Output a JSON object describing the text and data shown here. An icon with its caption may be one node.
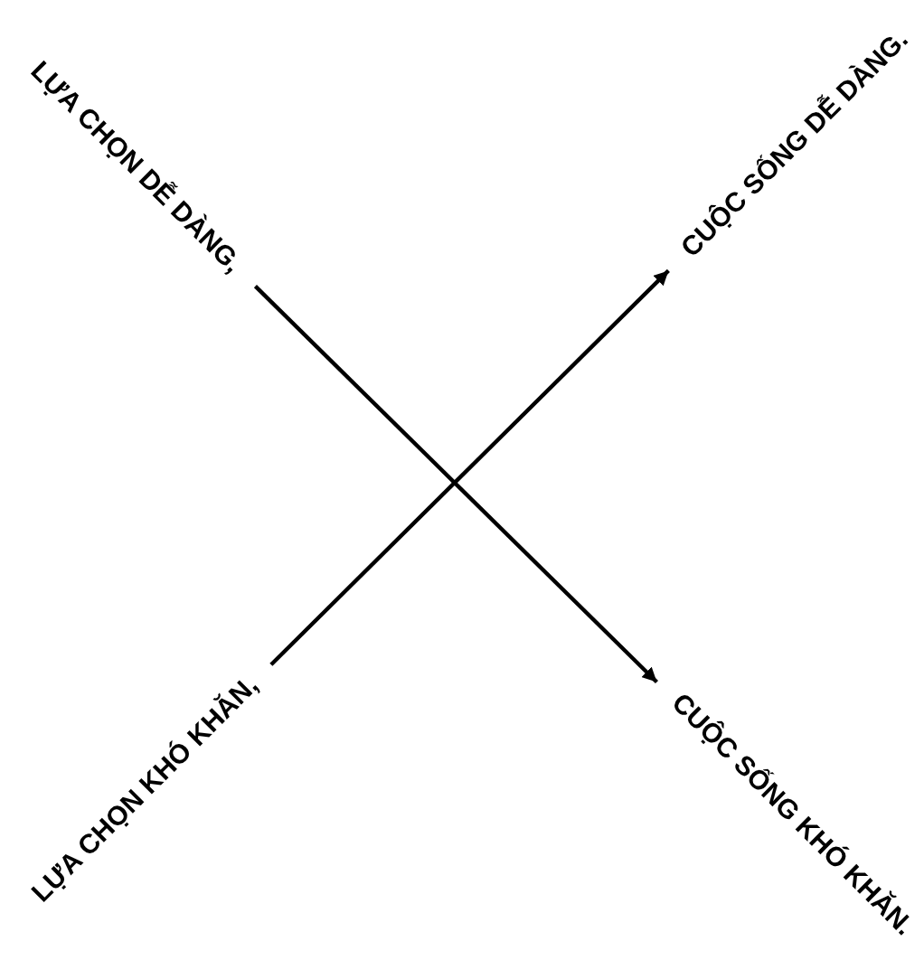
{
  "diagram": {
    "nodes": [
      {
        "text": [
          "LỰA CHỌN DỄ DÀNG,"
        ]
      },
      {
        "text": [
          "CUỘC SỐNG DỄ DÀNG."
        ]
      },
      {
        "text": [
          "LỰA CHỌN KHÓ KHĂN,"
        ]
      },
      {
        "text": [
          "CUỘC SỐNG KHÓ KHĂN."
        ]
      }
    ],
    "edges": [
      {
        "from": 0,
        "to": 3,
        "arrow": "to"
      },
      {
        "from": 2,
        "to": 1,
        "arrow": "to"
      }
    ]
  }
}
